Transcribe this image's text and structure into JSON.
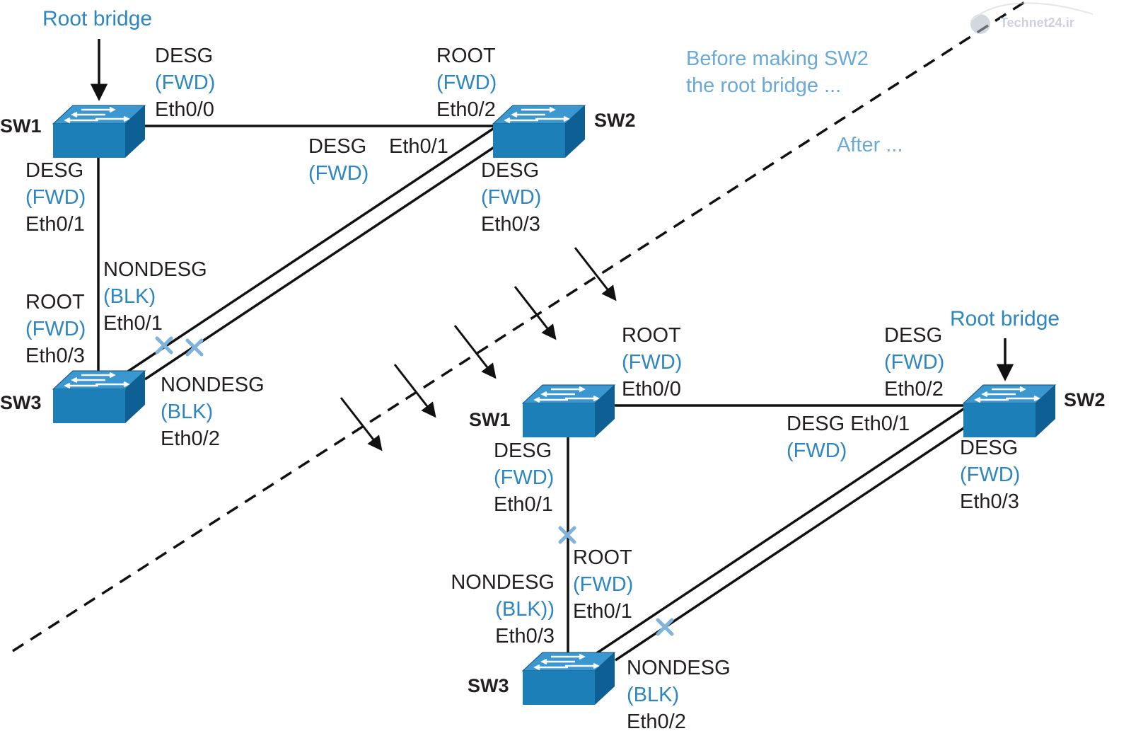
{
  "watermark": "Technet24.ir",
  "notes": {
    "before": [
      "Before making SW2",
      "the root bridge ..."
    ],
    "after": "After ..."
  },
  "before": {
    "root_bridge": "Root bridge",
    "switches": {
      "sw1": "SW1",
      "sw2": "SW2",
      "sw3": "SW3"
    },
    "ports": {
      "sw1_eth00": [
        "DESG",
        "(FWD)",
        "Eth0/0"
      ],
      "sw2_eth02": [
        "ROOT",
        "(FWD)",
        "Eth0/2"
      ],
      "sw2_eth01": [
        "DESG",
        "Eth0/1",
        "(FWD)"
      ],
      "sw1_eth01": [
        "DESG",
        "(FWD)",
        "Eth0/1"
      ],
      "sw2_eth03": [
        "DESG",
        "(FWD)",
        "Eth0/3"
      ],
      "sw3_eth01": [
        "NONDESG",
        "(BLK)",
        "Eth0/1"
      ],
      "sw3_eth03": [
        "ROOT",
        "(FWD)",
        "Eth0/3"
      ],
      "sw3_eth02": [
        "NONDESG",
        "(BLK)",
        "Eth0/2"
      ]
    }
  },
  "after": {
    "root_bridge": "Root bridge",
    "switches": {
      "sw1": "SW1",
      "sw2": "SW2",
      "sw3": "SW3"
    },
    "ports": {
      "sw1_eth00": [
        "ROOT",
        "(FWD)",
        "Eth0/0"
      ],
      "sw2_eth02": [
        "DESG",
        "(FWD)",
        "Eth0/2"
      ],
      "sw2_eth01": [
        "DESG Eth0/1",
        "(FWD)"
      ],
      "sw1_eth01": [
        "DESG",
        "(FWD)",
        "Eth0/1"
      ],
      "sw2_eth03": [
        "DESG",
        "(FWD)",
        "Eth0/3"
      ],
      "sw3_eth01": [
        "ROOT",
        "(FWD)",
        "Eth0/1"
      ],
      "sw3_eth03": [
        "NONDESG",
        "(BLK))",
        "Eth0/3"
      ],
      "sw3_eth02": [
        "NONDESG",
        "(BLK)",
        "Eth0/2"
      ]
    }
  },
  "colors": {
    "switch_top": "#1d7fb8",
    "switch_side": "#0e5f93",
    "blocked_mark": "#7fb3dc",
    "link": "#111111"
  }
}
